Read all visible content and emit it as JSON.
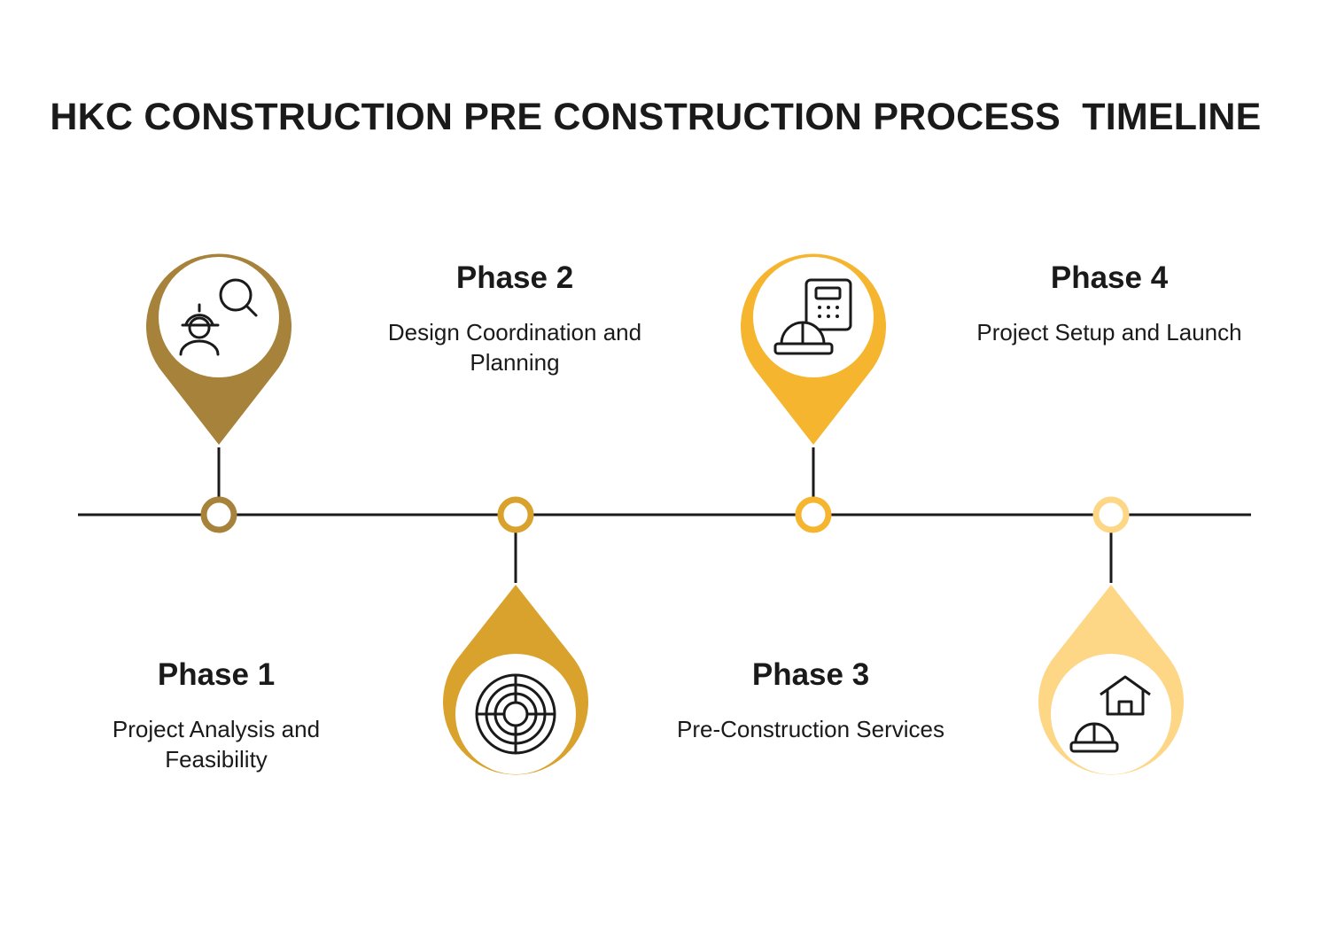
{
  "title": "HKC CONSTRUCTION PRE CONSTRUCTION PROCESS  TIMELINE",
  "colors": {
    "phase1": "#A6823A",
    "phase2": "#D9A22C",
    "phase3": "#F5B52F",
    "phase4": "#FDD686",
    "line": "#1a1a1a"
  },
  "phases": [
    {
      "title": "Phase 1",
      "description": "Project Analysis and Feasibility",
      "icon": "worker-search-icon"
    },
    {
      "title": "Phase 2",
      "description": "Design Coordination and Planning",
      "icon": "target-plan-icon"
    },
    {
      "title": "Phase 3",
      "description": "Pre-Construction Services",
      "icon": "hardhat-calculator-icon"
    },
    {
      "title": "Phase 4",
      "description": "Project Setup and Launch",
      "icon": "hardhat-house-icon"
    }
  ]
}
